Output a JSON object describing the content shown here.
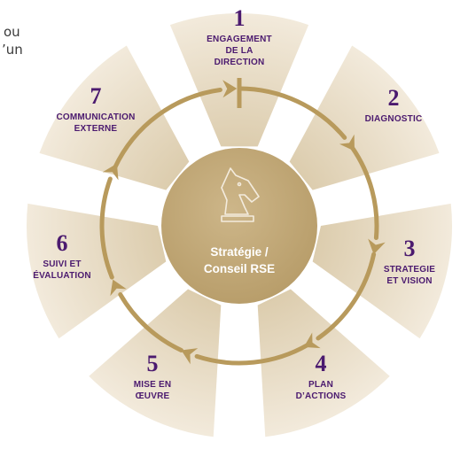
{
  "intro_text_fragments": [
    "ou",
    "’un"
  ],
  "colors": {
    "accent_purple": "#4b1a6f",
    "gold": "#b89a5c",
    "petal_light": "#f3ebdd",
    "petal_dark": "#d8c7a5",
    "center_fill": "#c4ab7a"
  },
  "center": {
    "icon": "chess-knight-icon",
    "label": "Stratégie /\nConseil RSE"
  },
  "steps": [
    {
      "number": "1",
      "label": "ENGAGEMENT\nDE LA\nDIRECTION"
    },
    {
      "number": "2",
      "label": "DIAGNOSTIC"
    },
    {
      "number": "3",
      "label": "STRATEGIE\nET VISION"
    },
    {
      "number": "4",
      "label": "PLAN\nD’ACTIONS"
    },
    {
      "number": "5",
      "label": "MISE EN\nŒUVRE"
    },
    {
      "number": "6",
      "label": "SUIVI ET\nÉVALUATION"
    },
    {
      "number": "7",
      "label": "COMMUNICATION\nEXTERNE"
    }
  ]
}
